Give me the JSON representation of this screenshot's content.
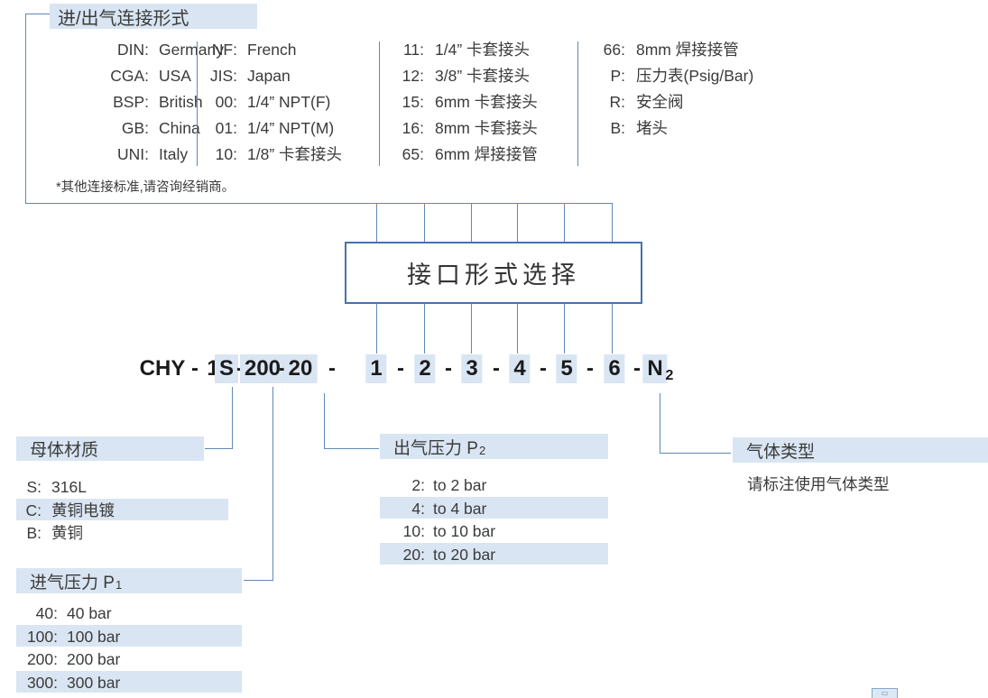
{
  "colors": {
    "highlight": "#d9e5f2",
    "line": "#6089b4",
    "box_border": "#4473ae",
    "text": "#3b3b3b",
    "code_text": "#1b1b1b"
  },
  "connection_section": {
    "title": "进/出气连接形式",
    "columns": [
      [
        {
          "code": "DIN",
          "value": "Germany"
        },
        {
          "code": "CGA",
          "value": "USA"
        },
        {
          "code": "BSP",
          "value": "British"
        },
        {
          "code": "GB",
          "value": "China"
        },
        {
          "code": "UNI",
          "value": "Italy"
        }
      ],
      [
        {
          "code": "NF",
          "value": "French"
        },
        {
          "code": "JIS",
          "value": "Japan"
        },
        {
          "code": "00",
          "value": "1/4” NPT(F)"
        },
        {
          "code": "01",
          "value": "1/4” NPT(M)"
        },
        {
          "code": "10",
          "value": "1/8”  卡套接头"
        }
      ],
      [
        {
          "code": "11",
          "value": "1/4”  卡套接头"
        },
        {
          "code": "12",
          "value": "3/8”  卡套接头"
        },
        {
          "code": "15",
          "value": "6mm 卡套接头"
        },
        {
          "code": "16",
          "value": "8mm 卡套接头"
        },
        {
          "code": "65",
          "value": "6mm 焊接接管"
        }
      ],
      [
        {
          "code": "66",
          "value": "8mm 焊接接管"
        },
        {
          "code": "P",
          "value": "压力表(Psig/Bar)"
        },
        {
          "code": "R",
          "value": "安全阀"
        },
        {
          "code": "B",
          "value": "堵头"
        }
      ]
    ],
    "footnote": "*其他连接标准,请咨询经销商。"
  },
  "selector_box": {
    "label": "接口形式选择"
  },
  "order_code": {
    "tokens": [
      {
        "text": "CHY"
      },
      {
        "text": "-"
      },
      {
        "text": "1"
      },
      {
        "text": "S",
        "hl": true
      },
      {
        "text": "-"
      },
      {
        "text": "200",
        "hl": true
      },
      {
        "text": "-"
      },
      {
        "text": "20",
        "hl": true
      },
      {
        "text": "-"
      },
      {
        "text": "1",
        "hl": true
      },
      {
        "text": "-"
      },
      {
        "text": "2",
        "hl": true
      },
      {
        "text": "-"
      },
      {
        "text": "3",
        "hl": true
      },
      {
        "text": "-"
      },
      {
        "text": "4",
        "hl": true
      },
      {
        "text": "-"
      },
      {
        "text": "5",
        "hl": true
      },
      {
        "text": "-"
      },
      {
        "text": "6",
        "hl": true
      },
      {
        "text": "-"
      },
      {
        "text": "N",
        "hl": true
      },
      {
        "text": "2",
        "sub": true
      }
    ]
  },
  "sections": {
    "body_material": {
      "title": "母体材质",
      "items": [
        {
          "code": "S",
          "value": "316L",
          "hl": false
        },
        {
          "code": "C",
          "value": "黄铜电镀",
          "hl": true
        },
        {
          "code": "B",
          "value": "黄铜",
          "hl": false
        }
      ]
    },
    "inlet_pressure": {
      "title": "进气压力 P",
      "title_sub": "1",
      "items": [
        {
          "code": "40",
          "value": "40 bar",
          "hl": false
        },
        {
          "code": "100",
          "value": "100 bar",
          "hl": true
        },
        {
          "code": "200",
          "value": "200 bar",
          "hl": false
        },
        {
          "code": "300",
          "value": "300 bar",
          "hl": true
        }
      ]
    },
    "outlet_pressure": {
      "title": "出气压力 P",
      "title_sub": "2",
      "items": [
        {
          "code": "2",
          "value": "to 2 bar",
          "hl": false
        },
        {
          "code": "4",
          "value": "to 4 bar",
          "hl": true
        },
        {
          "code": "10",
          "value": "to 10 bar",
          "hl": false
        },
        {
          "code": "20",
          "value": "to 20 bar",
          "hl": true
        }
      ]
    },
    "gas_type": {
      "title": "气体类型",
      "note": "请标注使用气体类型"
    }
  },
  "partial_widget": {
    "glyph": "▭"
  }
}
